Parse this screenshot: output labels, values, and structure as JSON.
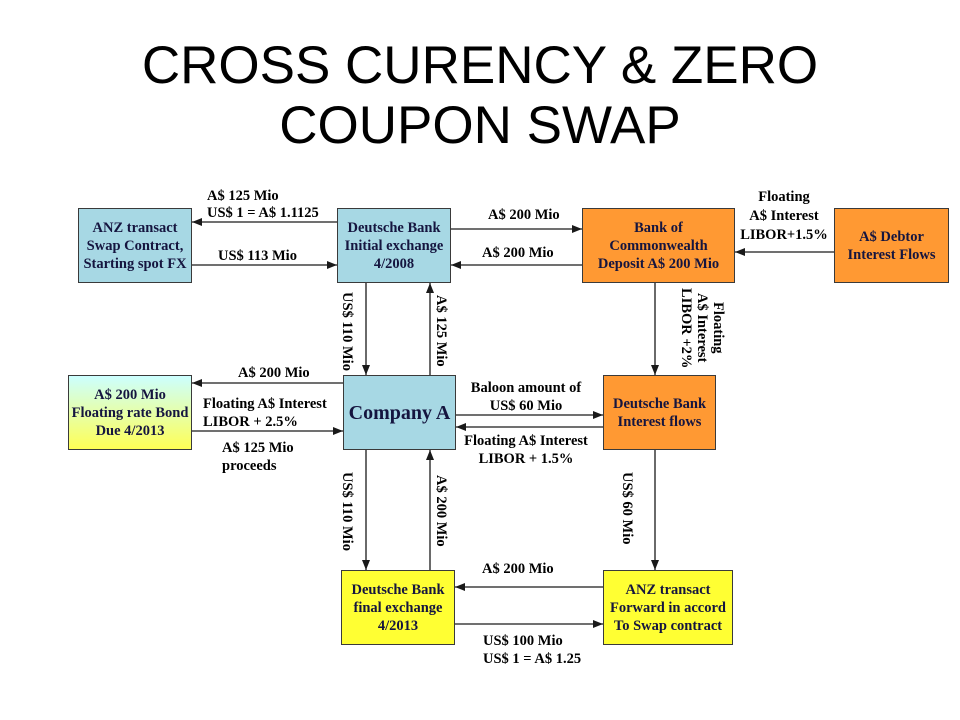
{
  "title": {
    "line1": "CROSS CURENCY & ZERO",
    "line2": "COUPON SWAP"
  },
  "boxes": {
    "anz_swap": [
      "ANZ transact",
      "Swap Contract,",
      "Starting spot FX"
    ],
    "db_initial": [
      "Deutsche Bank",
      "Initial exchange",
      "4/2008"
    ],
    "boc": [
      "Bank of",
      "Commonwealth",
      "Deposit A$ 200 Mio"
    ],
    "debtor": [
      "A$ Debtor",
      "Interest Flows"
    ],
    "bond": [
      "A$ 200 Mio",
      "Floating rate Bond",
      "Due 4/2013"
    ],
    "company": [
      "Company A"
    ],
    "db_interest": [
      "Deutsche Bank",
      "Interest flows"
    ],
    "db_final": [
      "Deutsche Bank",
      "final exchange",
      "4/2013"
    ],
    "anz_forward": [
      "ANZ transact",
      "Forward in accord",
      "To Swap contract"
    ]
  },
  "flows": {
    "anz_db_initial": {
      "upper": [
        "A$ 125 Mio",
        "US$ 1 = A$ 1.1125"
      ],
      "lower": [
        "US$ 113 Mio"
      ]
    },
    "db_initial_boc": {
      "upper": [
        "A$ 200 Mio"
      ],
      "lower": [
        "A$ 200 Mio"
      ]
    },
    "debtor_boc": [
      "Floating",
      "A$ Interest",
      "LIBOR+1.5%"
    ],
    "db_initial_company": {
      "down": "US$ 110 Mio",
      "up": "A$ 125 Mio"
    },
    "boc_db_interest": [
      "Floating",
      "A$ Interest",
      "LIBOR +2%"
    ],
    "company_bond": {
      "upper": [
        "A$ 200 Mio"
      ],
      "middle": [
        "Floating A$ Interest",
        "LIBOR + 2.5%"
      ],
      "lower": [
        "A$ 125 Mio",
        "proceeds"
      ]
    },
    "company_db_interest": {
      "upper": [
        "Baloon amount of",
        "US$ 60 Mio"
      ],
      "lower": [
        "Floating A$ Interest",
        "LIBOR + 1.5%"
      ]
    },
    "company_db_final": {
      "down": "US$ 110 Mio",
      "up": "A$ 200 Mio"
    },
    "db_interest_anz_forward": {
      "down": "US$ 60 Mio"
    },
    "db_final_anz_forward": {
      "upper": [
        "A$ 200 Mio"
      ],
      "lower": [
        "US$ 100 Mio",
        "US$ 1 = A$ 1.25"
      ]
    }
  },
  "colors": {
    "box_blue": "#a7d8e4",
    "box_orange": "#ff9933",
    "box_yellow": "#ffff33",
    "bond_top": "#ccffff",
    "bond_bottom": "#ffff55",
    "box_text": "#15153f",
    "label_text": "#000000",
    "arrow": "#1a1a1a"
  }
}
